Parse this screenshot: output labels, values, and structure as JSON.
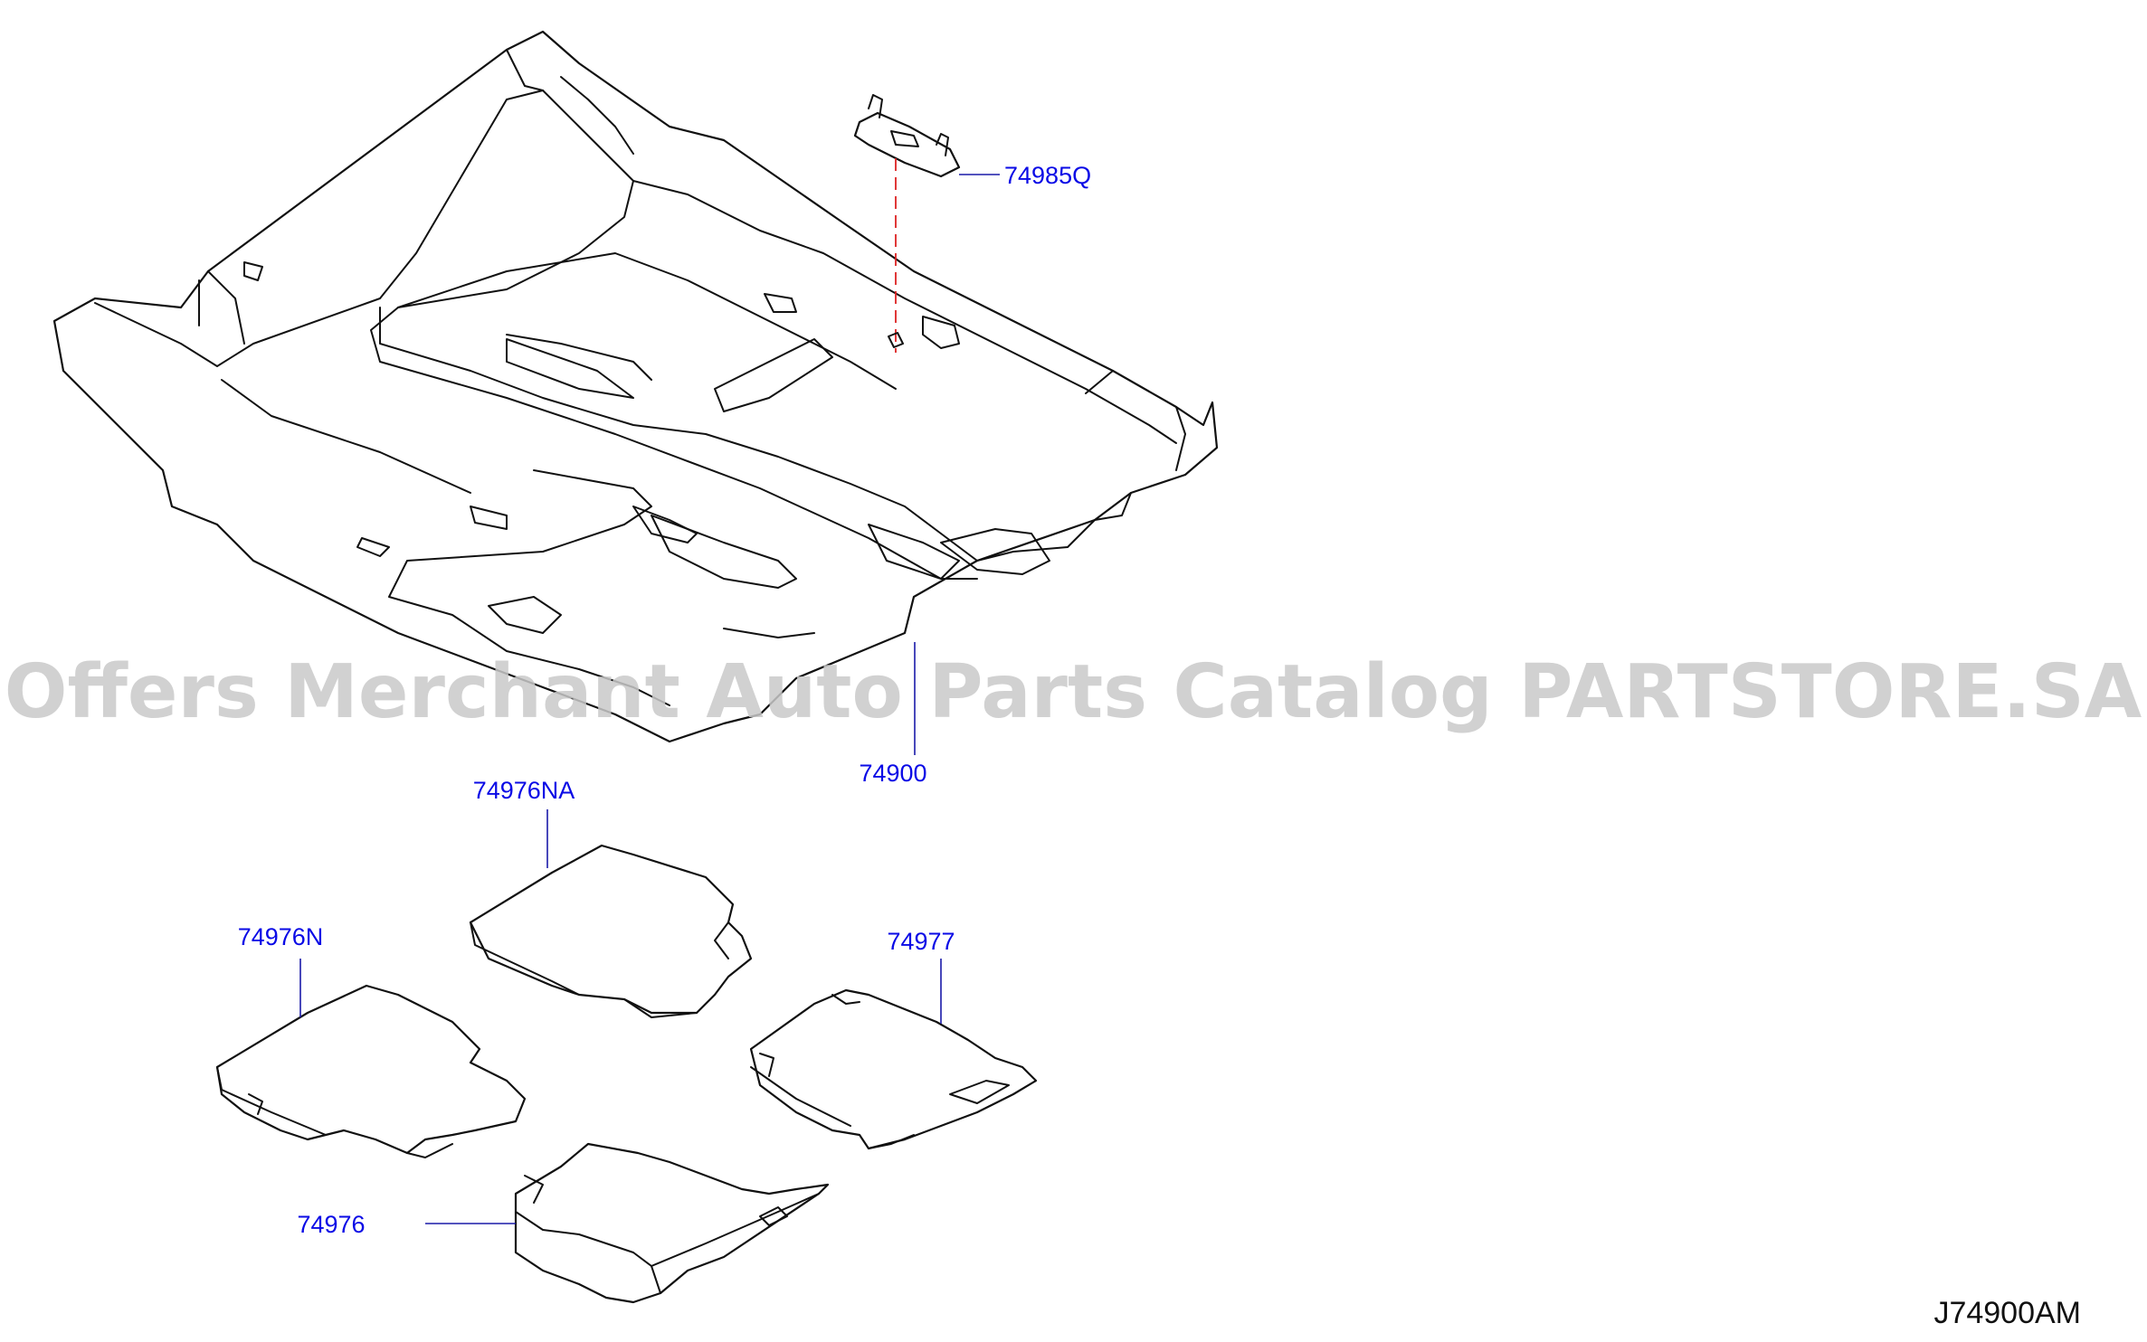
{
  "watermark": "Offers Merchant Auto Parts Catalog PARTSTORE.SA",
  "diagram_code": "J74900AM",
  "parts": [
    {
      "number": "74985Q"
    },
    {
      "number": "74900"
    },
    {
      "number": "74976NA"
    },
    {
      "number": "74976N"
    },
    {
      "number": "74977"
    },
    {
      "number": "74976"
    }
  ],
  "colors": {
    "callout_text": "#0a0ae6",
    "leader_line": "#1a1aa8",
    "outline": "#111111",
    "watermark": "#c9c9c9",
    "dashed_leader": "#d22222"
  }
}
